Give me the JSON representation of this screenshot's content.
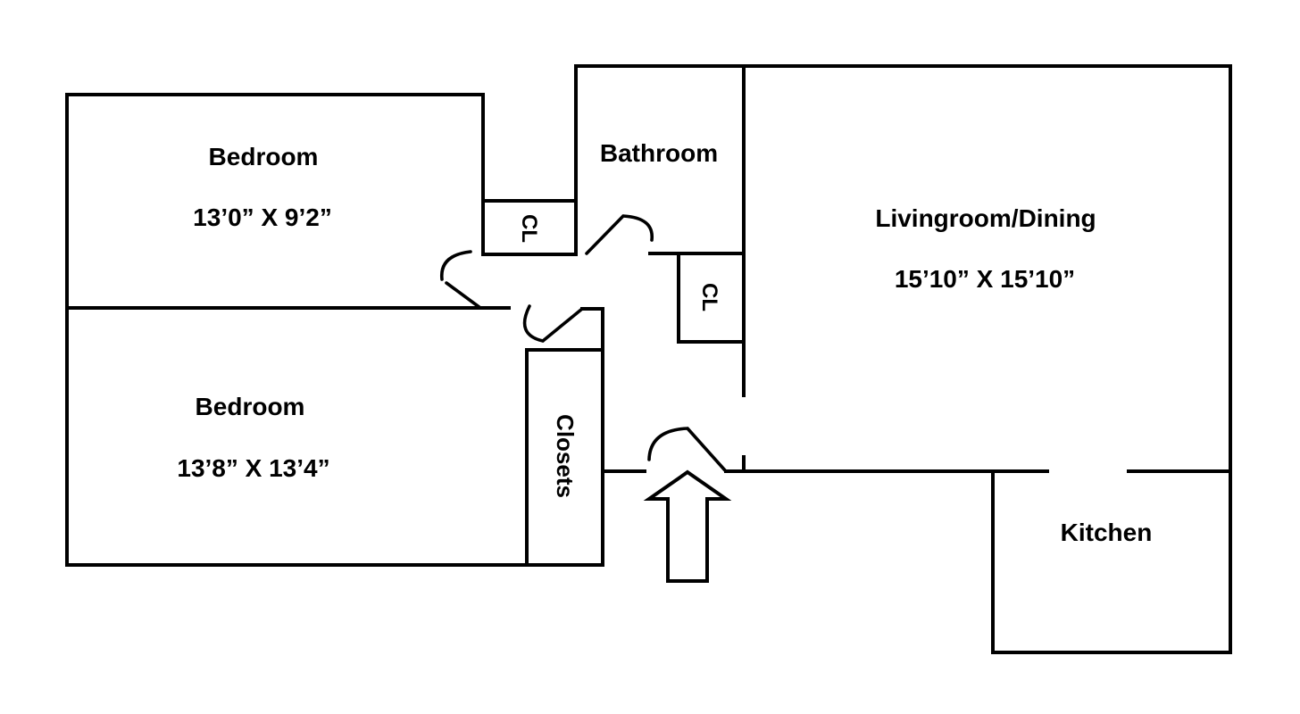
{
  "colors": {
    "background": "#ffffff",
    "line": "#000000",
    "text": "#000000"
  },
  "rooms": {
    "bedroom_top": {
      "name": "Bedroom",
      "dims": "13’0” X 9’2”"
    },
    "bathroom": {
      "name": "Bathroom"
    },
    "livingroom": {
      "name": "Livingroom/Dining",
      "dims": "15’10” X 15’10”"
    },
    "bedroom_bottom": {
      "name": "Bedroom",
      "dims": "13’8” X 13’4”"
    },
    "kitchen": {
      "name": "Kitchen"
    },
    "closets": {
      "name": "Closets"
    },
    "closet_hall": {
      "name": "CL"
    },
    "closet_entry": {
      "name": "CL"
    }
  }
}
